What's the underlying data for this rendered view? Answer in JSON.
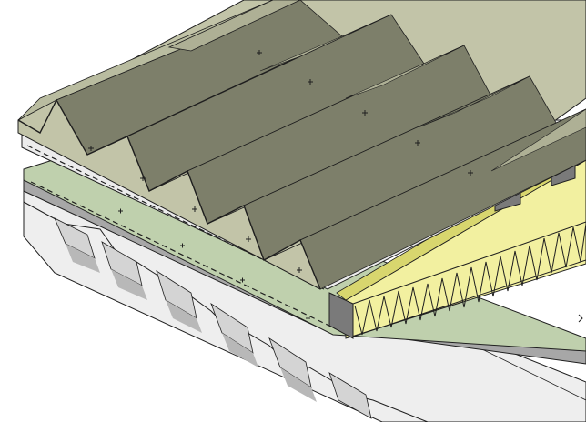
{
  "figure": {
    "subject": "",
    "layers_top_to_bottom": [
      "profiled-metal-top-sheet",
      "white-separation-layer",
      "yellow-insulation-with-zigzag-spacer",
      "green-membrane-layer",
      "grey-vapour-layer",
      "profiled-metal-liner-deck"
    ],
    "fastener_count": 10
  },
  "colors": {
    "background": "#ffffff",
    "sheet_light": "#c2c4a8",
    "sheet_mid": "#aeb095",
    "sheet_dark": "#7d7f6a",
    "sheet_top": "#b9bca0",
    "outline": "#1f1f1f",
    "white_layer": "#ececec",
    "insulation": "#f2f0a0",
    "insulation_edge": "#d8d66e",
    "spacer_dark": "#7a7a7a",
    "membrane_green": "#bfd0ad",
    "vapour_grey": "#a7a7a7",
    "deck_light": "#eeeeee",
    "deck_mid": "#d4d4d4",
    "deck_dark": "#b8b8b8"
  }
}
